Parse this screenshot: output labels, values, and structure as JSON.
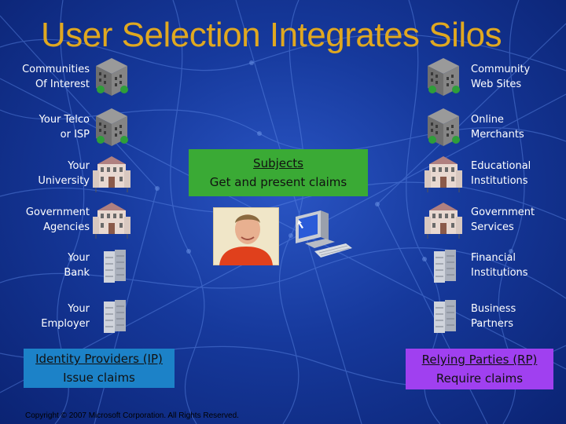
{
  "title": "User Selection Integrates Silos",
  "left_labels": [
    {
      "line1": "Communities",
      "line2": "Of Interest",
      "icon": "office-building-icon"
    },
    {
      "line1": "Your Telco",
      "line2": "or ISP",
      "icon": "office-building-icon"
    },
    {
      "line1": "Your",
      "line2": "University",
      "icon": "school-building-icon"
    },
    {
      "line1": "Government",
      "line2": "Agencies",
      "icon": "school-building-icon"
    },
    {
      "line1": "Your",
      "line2": "Bank",
      "icon": "server-rack-icon"
    },
    {
      "line1": "Your",
      "line2": "Employer",
      "icon": "server-rack-icon"
    }
  ],
  "right_labels": [
    {
      "line1": "Community",
      "line2": "Web Sites",
      "icon": "office-building-icon"
    },
    {
      "line1": "Online",
      "line2": "Merchants",
      "icon": "office-building-icon"
    },
    {
      "line1": "Educational",
      "line2": "Institutions",
      "icon": "school-building-icon"
    },
    {
      "line1": "Government",
      "line2": "Services",
      "icon": "school-building-icon"
    },
    {
      "line1": "Financial",
      "line2": "Institutions",
      "icon": "server-rack-icon"
    },
    {
      "line1": "Business",
      "line2": "Partners",
      "icon": "server-rack-icon"
    }
  ],
  "subjects_box": {
    "heading": "Subjects",
    "text": "Get and present claims",
    "color": "#3aaa35"
  },
  "ip_box": {
    "heading": "Identity Providers (IP)",
    "text": "Issue claims",
    "color": "#1c82c8"
  },
  "rp_box": {
    "heading": "Relying Parties (RP)",
    "text": "Require claims",
    "color": "#a040f0"
  },
  "center_icons": [
    "person-photo-icon",
    "computer-icon"
  ],
  "copyright": "Copyright © 2007 Microsoft Corporation.  All Rights Reserved.",
  "colors": {
    "title": "#e0a820",
    "background": "#16399c",
    "label_text": "#ffffff"
  }
}
